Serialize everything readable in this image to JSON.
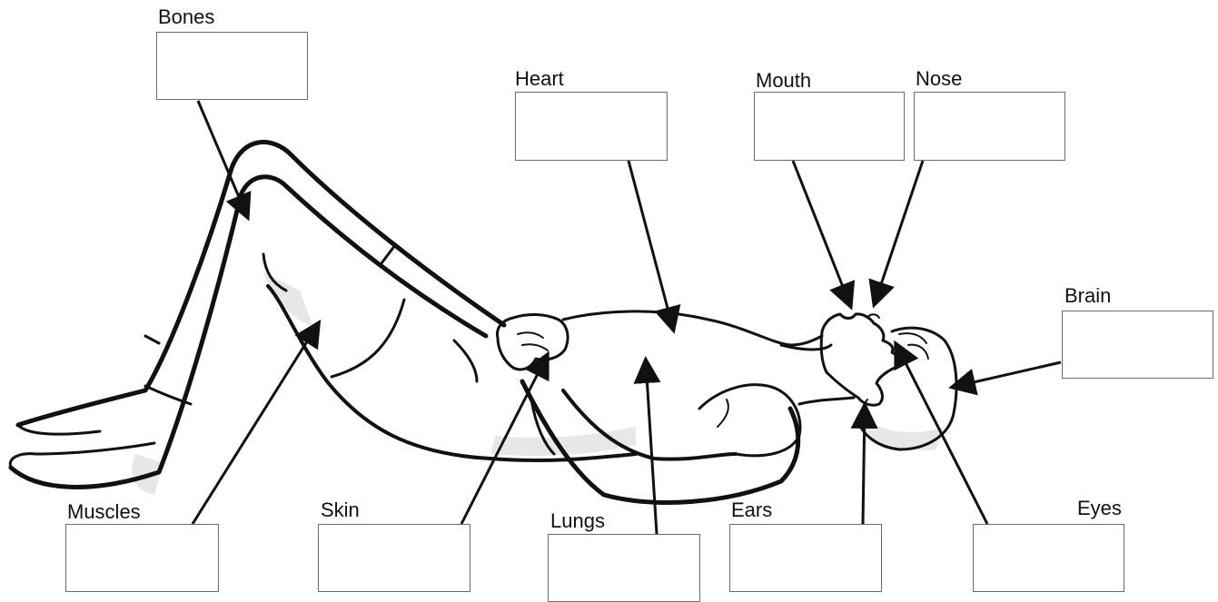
{
  "labels": {
    "bones": "Bones",
    "heart": "Heart",
    "mouth": "Mouth",
    "nose": "Nose",
    "brain": "Brain",
    "muscles": "Muscles",
    "skin": "Skin",
    "lungs": "Lungs",
    "ears": "Ears",
    "eyes": "Eyes"
  },
  "answer_boxes": {
    "bones": "",
    "heart": "",
    "mouth": "",
    "nose": "",
    "brain": "",
    "muscles": "",
    "skin": "",
    "lungs": "",
    "ears": "",
    "eyes": ""
  },
  "colors": {
    "line": "#111111",
    "box_border": "#6b6b6b",
    "shade": "#d9d9d9"
  }
}
